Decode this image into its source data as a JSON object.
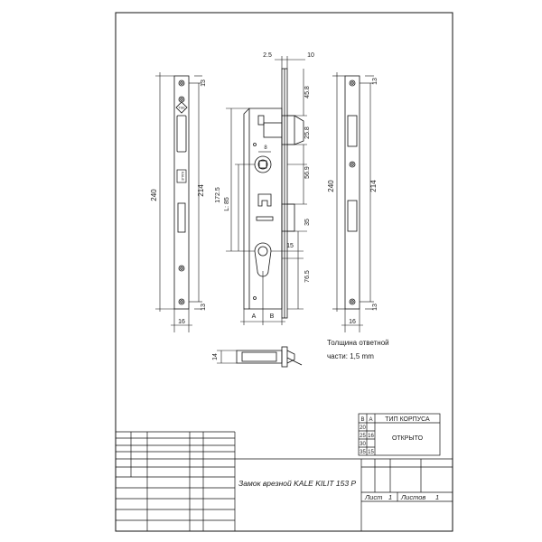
{
  "dims": {
    "face_front": {
      "width": "16",
      "height": "240",
      "pitch": "214",
      "end": "13"
    },
    "body": {
      "top_w": "2.5",
      "top_r": "10",
      "d1": "45.8",
      "d2": "25.8",
      "d3": "56.9",
      "d4": "35",
      "d5": "15",
      "d6": "76.5",
      "l": "L: 85",
      "h": "172.5",
      "d8": "8",
      "a": "A",
      "b": "B"
    },
    "face_back": {
      "width": "16",
      "height": "240",
      "pitch": "214",
      "end": "13"
    },
    "side": {
      "h": "14"
    }
  },
  "logos": {
    "kale": "KALE",
    "badge": "TSE"
  },
  "note": {
    "line1": "Толщина ответной",
    "line2": "части: 1,5 mm"
  },
  "spec_table": {
    "col_b": "B",
    "col_a": "A",
    "type_header": "ТИП КОРПУСА",
    "rows": [
      {
        "b": "20",
        "a": ""
      },
      {
        "b": "25",
        "a": "16"
      },
      {
        "b": "30",
        "a": ""
      },
      {
        "b": "35",
        "a": "15"
      }
    ],
    "type_value": "ОТКРЫТО"
  },
  "title_block": {
    "title": "Замок врезной KALE KILIT 153 P",
    "sheet_label": "Лист",
    "sheet_value": "1",
    "sheets_label": "Листов",
    "sheets_value": "1"
  }
}
